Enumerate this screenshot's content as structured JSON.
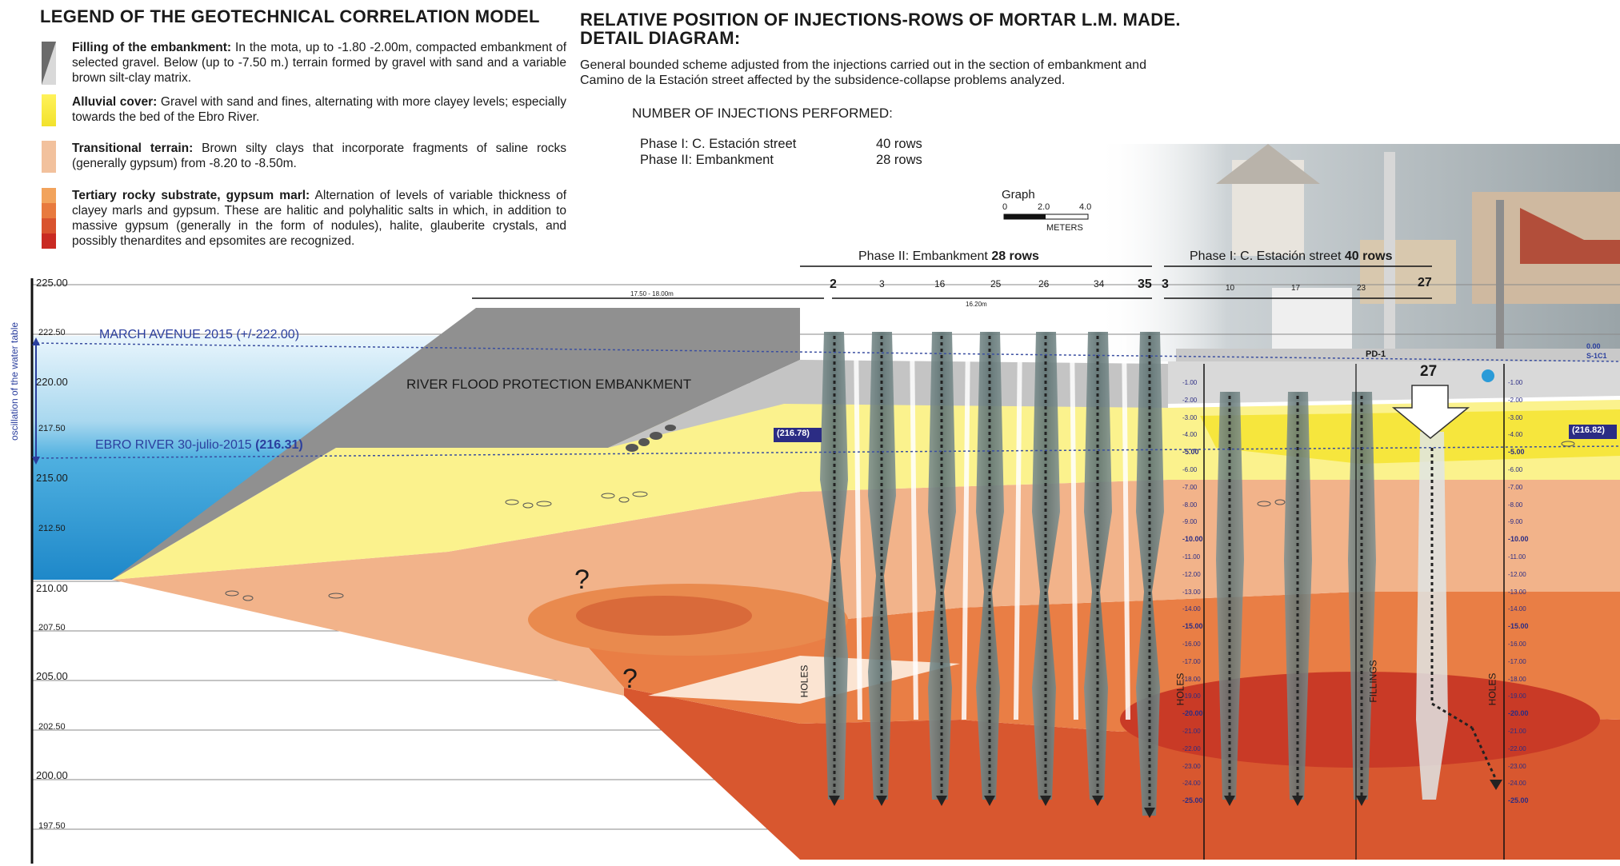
{
  "legend": {
    "title": "LEGEND OF THE GEOTECHNICAL CORRELATION MODEL",
    "items": [
      {
        "name": "Filling of the embankment:",
        "text": "In the mota, up to -1.80 -2.00m, compacted embankment of selected gravel. Below (up to -7.50 m.) terrain formed by gravel with sand and a variable brown silt-clay matrix."
      },
      {
        "name": "Alluvial cover:",
        "text": "Gravel with sand and fines, alternating with more clayey levels; especially towards the bed of the Ebro River."
      },
      {
        "name": "Transitional terrain:",
        "text": "Brown silty clays that incorporate fragments of saline rocks (generally gypsum) from -8.20 to -8.50m."
      },
      {
        "name": "Tertiary rocky substrate, gypsum marl:",
        "text": "Alternation of levels of variable thickness of clayey marls and gypsum. These are halitic and polyhalitic salts in which, in addition to massive gypsum (generally in the form of nodules), halite, glauberite crystals, and possibly thenardites and epsomites are recognized."
      }
    ]
  },
  "detail": {
    "title_line1": "RELATIVE POSITION OF INJECTIONS-ROWS OF MORTAR L.M. MADE.",
    "title_line2": "DETAIL DIAGRAM:",
    "description_line1": "General bounded scheme adjusted from the injections carried out in the section of embankment and",
    "description_line2": "Camino de la Estación street affected by the subsidence-collapse problems analyzed.",
    "injections_header": "NUMBER OF INJECTIONS PERFORMED:",
    "phases": [
      {
        "label": "Phase I:  C. Estación street",
        "rows": "40 rows"
      },
      {
        "label": "Phase II: Embankment",
        "rows": "28 rows"
      }
    ]
  },
  "scale": {
    "title": "Graph",
    "t0": "0",
    "t1": "2.0",
    "t2": "4.0",
    "unit": "METERS"
  },
  "section": {
    "elevations": [
      "225.00",
      "222.50",
      "220.00",
      "217.50",
      "215.00",
      "212.50",
      "210.00",
      "207.50",
      "205.00",
      "202.50",
      "200.00",
      "197.50"
    ],
    "water_table_label": "oscillation of the water table",
    "march_label": "MARCH AVENUE 2015 (+/-222.00)",
    "ebro_label_prefix": "EBRO RIVER 30-julio-2015 ",
    "ebro_label_value": "(216.31)",
    "embankment_label": "RIVER FLOOD PROTECTION EMBANKMENT",
    "phase2_prefix": "Phase II: Embankment ",
    "phase2_bold": "28 rows",
    "phase1_prefix": "Phase I: C. Estación street ",
    "phase1_bold": "40 rows",
    "dim_left": "17.50 - 18.00m",
    "dim_mid": "16.20m",
    "row_numbers_a": [
      "2",
      "3",
      "16",
      "25",
      "26",
      "34",
      "35"
    ],
    "row_numbers_b": [
      "3",
      "10",
      "17",
      "23",
      "27"
    ],
    "big_27": "27",
    "marker_left": "(216.78)",
    "marker_right": "(216.82)",
    "question": "?",
    "holes": "HOLES",
    "fillings": "FILLINGS",
    "pd1": "PD-1",
    "ref_right": "0.00",
    "ref_right2": "S-1C1",
    "depth_ticks": [
      "-1.00",
      "-2.00",
      "-3.00",
      "-4.00",
      "-5.00",
      "-6.00",
      "-7.00",
      "-8.00",
      "-9.00",
      "-10.00",
      "-11.00",
      "-12.00",
      "-13.00",
      "-14.00",
      "-15.00",
      "-16.00",
      "-17.00",
      "-18.00",
      "-19.00",
      "-20.00",
      "-21.00",
      "-22.00",
      "-23.00",
      "-24.00",
      "-25.00"
    ]
  }
}
